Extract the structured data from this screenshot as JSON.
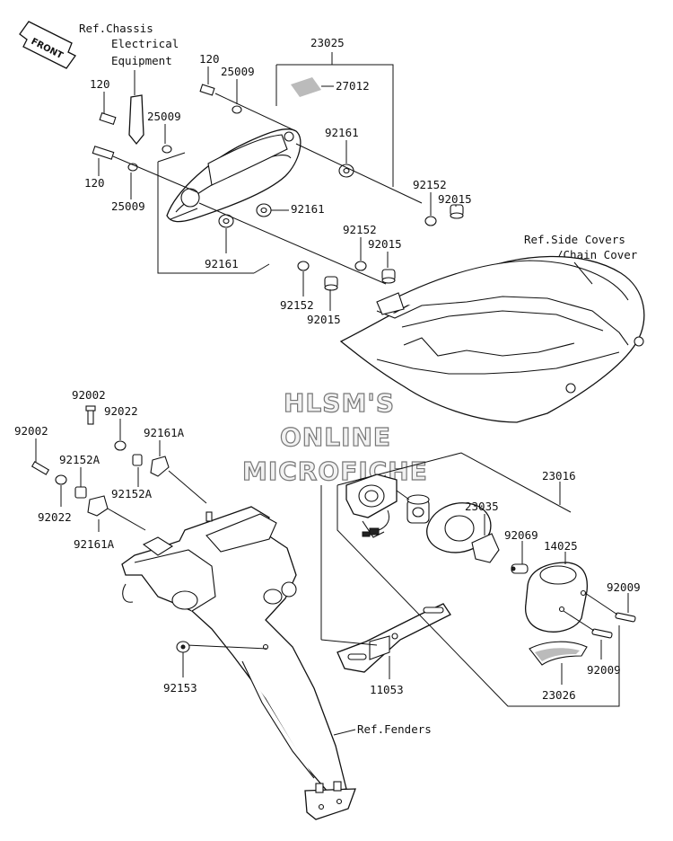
{
  "diagram": {
    "references": {
      "chassis_line1": "Ref.Chassis",
      "chassis_line2": "Electrical",
      "chassis_line3": "Equipment",
      "side_covers_line1": "Ref.Side Covers",
      "side_covers_line2": "/Chain Cover",
      "fenders": "Ref.Fenders"
    },
    "front_badge": "FRONT",
    "watermark": {
      "line1": "HLSM'S",
      "line2": "ONLINE",
      "line3": "MICROFICHE"
    },
    "labels": {
      "p23025": "23025",
      "p120_a": "120",
      "p25009_a": "25009",
      "p27012": "27012",
      "p120_b": "120",
      "p25009_b": "25009",
      "p120_c": "120",
      "p25009_c": "25009",
      "p92161_a": "92161",
      "p92161_b": "92161",
      "p92161_c": "92161",
      "p92152_a": "92152",
      "p92015_a": "92015",
      "p92152_b": "92152",
      "p92015_b": "92015",
      "p92152_c": "92152",
      "p92015_c": "92015",
      "p92002_a": "92002",
      "p92022_a": "92022",
      "p92161A_a": "92161A",
      "p92002_b": "92002",
      "p92152A_a": "92152A",
      "p92152A_b": "92152A",
      "p92022_b": "92022",
      "p92161A_b": "92161A",
      "p23016": "23016",
      "p23035": "23035",
      "p92069": "92069",
      "p14025": "14025",
      "p92009_a": "92009",
      "p92009_b": "92009",
      "p23026": "23026",
      "p92153": "92153",
      "p11053": "11053"
    }
  }
}
